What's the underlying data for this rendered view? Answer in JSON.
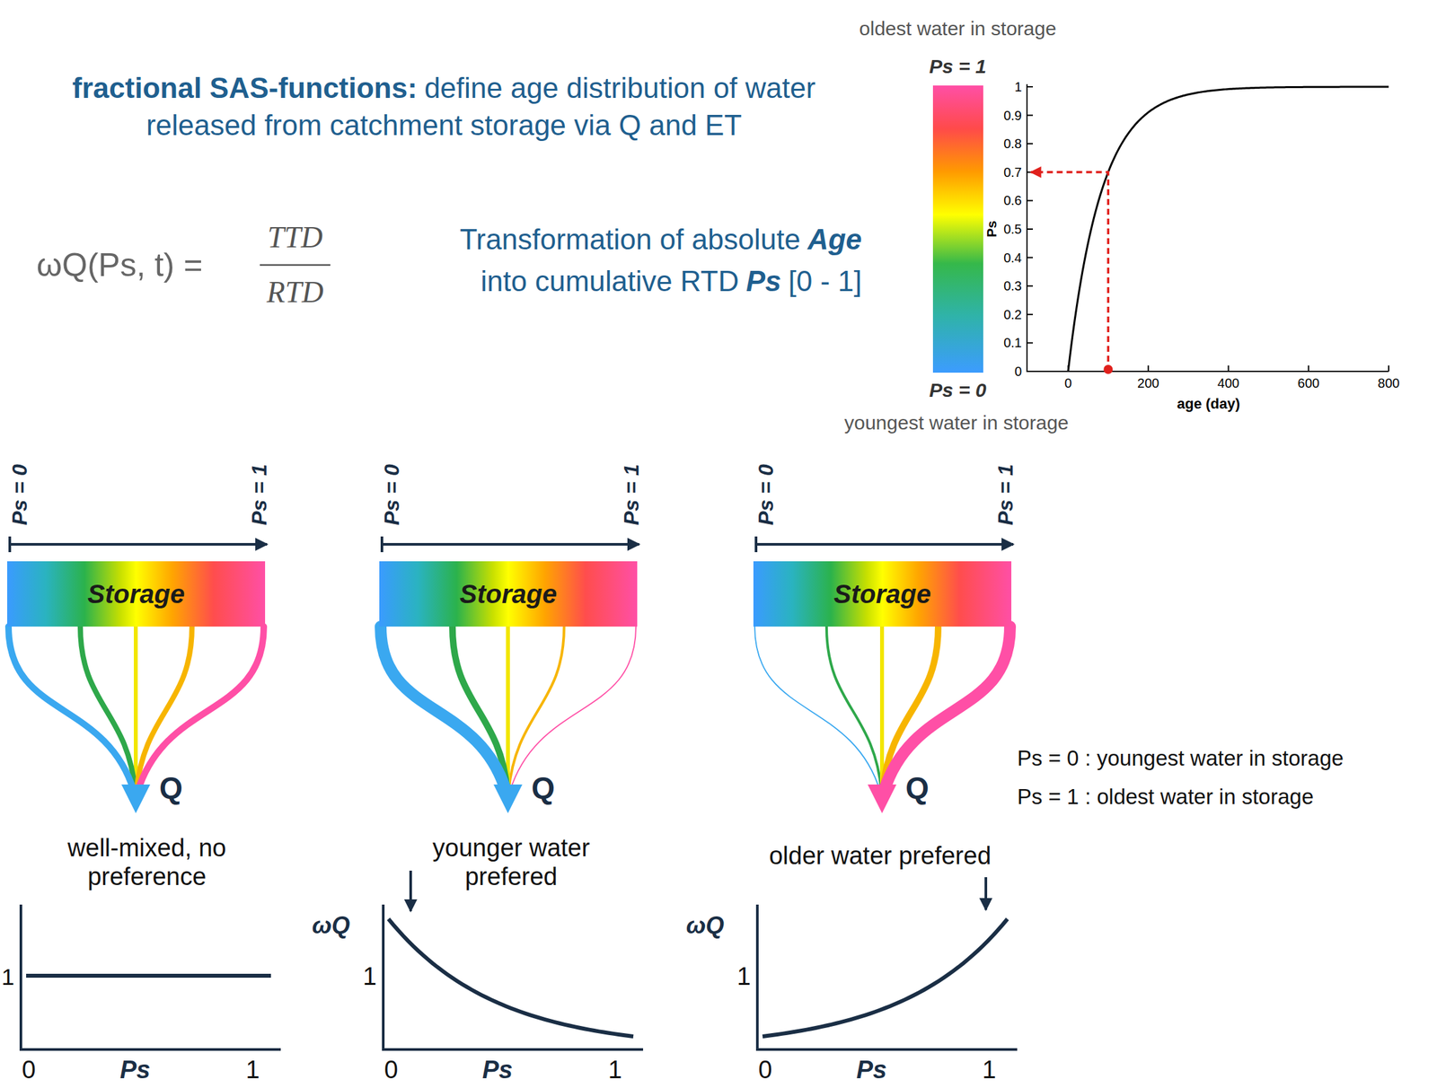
{
  "diagram": {
    "title": "fractional SAS-functions:",
    "nodes": [
      {
        "text": [
          "Storage"
        ]
      },
      {
        "text": [
          "Storage"
        ]
      },
      {
        "text": [
          "Storage"
        ]
      }
    ],
    "labels": [
      "define age distribution of water released from catchment storage via Q and ET",
      "ωQ(Ps, t) =",
      "TTD",
      "RTD",
      "Transformation of absolute",
      "Age",
      "into cumulative RTD",
      "Ps",
      "[0 - 1]",
      "oldest water in storage",
      "Ps = 1",
      "Ps = 0",
      "youngest water in storage",
      "0",
      "0.1",
      "0.2",
      "0.3",
      "0.4",
      "0.5",
      "0.6",
      "0.7",
      "0.8",
      "0.9",
      "1",
      "Ps",
      "0",
      "200",
      "400",
      "600",
      "800",
      "age (day)",
      "Ps = 0",
      "Ps = 1",
      "Q",
      "well-mixed, no preference",
      "1",
      "0",
      "Ps",
      "1",
      "Ps = 0",
      "Ps = 1",
      "Q",
      "younger water prefered",
      "ωQ",
      "1",
      "0",
      "Ps",
      "1",
      "Ps = 0",
      "Ps = 1",
      "Q",
      "older water prefered",
      "ωQ",
      "1",
      "0",
      "Ps",
      "1",
      "Ps = 0 : youngest water in storage",
      "Ps = 1 : oldest water in storage"
    ]
  }
}
